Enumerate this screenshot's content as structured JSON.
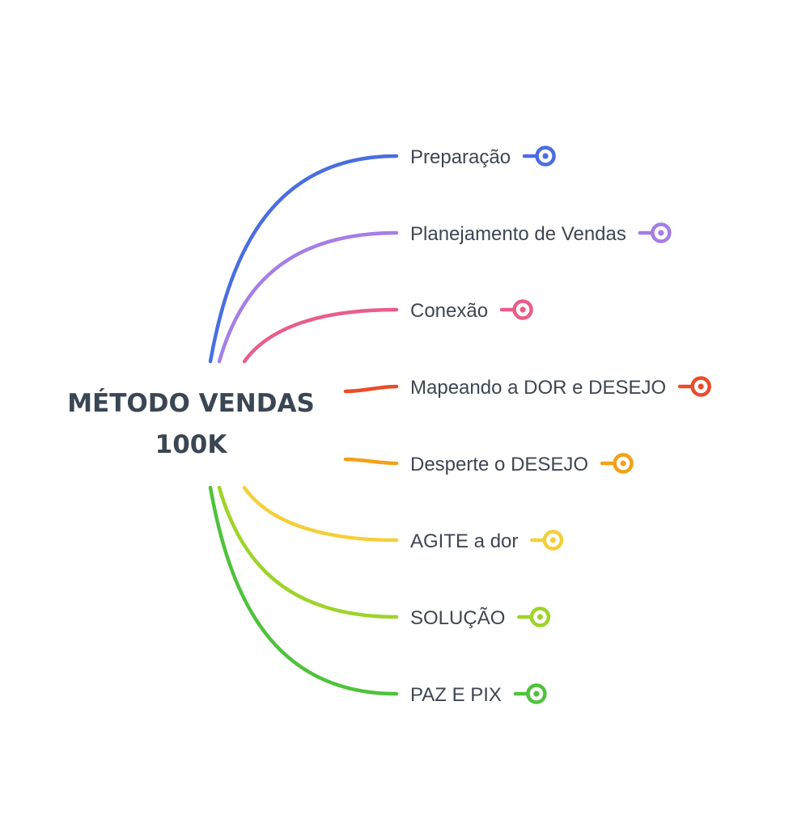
{
  "root": {
    "title_line1": "MÉTODO VENDAS",
    "title_line2": "100K"
  },
  "branches": [
    {
      "label": "Preparação",
      "color": "#4a6ee0",
      "icon": "collapse-toggle-icon"
    },
    {
      "label": "Planejamento de Vendas",
      "color": "#a57ee6",
      "icon": "collapse-toggle-icon"
    },
    {
      "label": "Conexão",
      "color": "#e95d8a",
      "icon": "collapse-toggle-icon"
    },
    {
      "label": "Mapeando a DOR e DESEJO",
      "color": "#ea4c2a",
      "icon": "collapse-toggle-icon"
    },
    {
      "label": "Desperte o DESEJO",
      "color": "#f2a11a",
      "icon": "collapse-toggle-icon"
    },
    {
      "label": "AGITE a dor",
      "color": "#f5cf3a",
      "icon": "collapse-toggle-icon"
    },
    {
      "label": "SOLUÇÃO",
      "color": "#9fd32a",
      "icon": "collapse-toggle-icon"
    },
    {
      "label": "PAZ E PIX",
      "color": "#4fc23c",
      "icon": "collapse-toggle-icon"
    }
  ]
}
